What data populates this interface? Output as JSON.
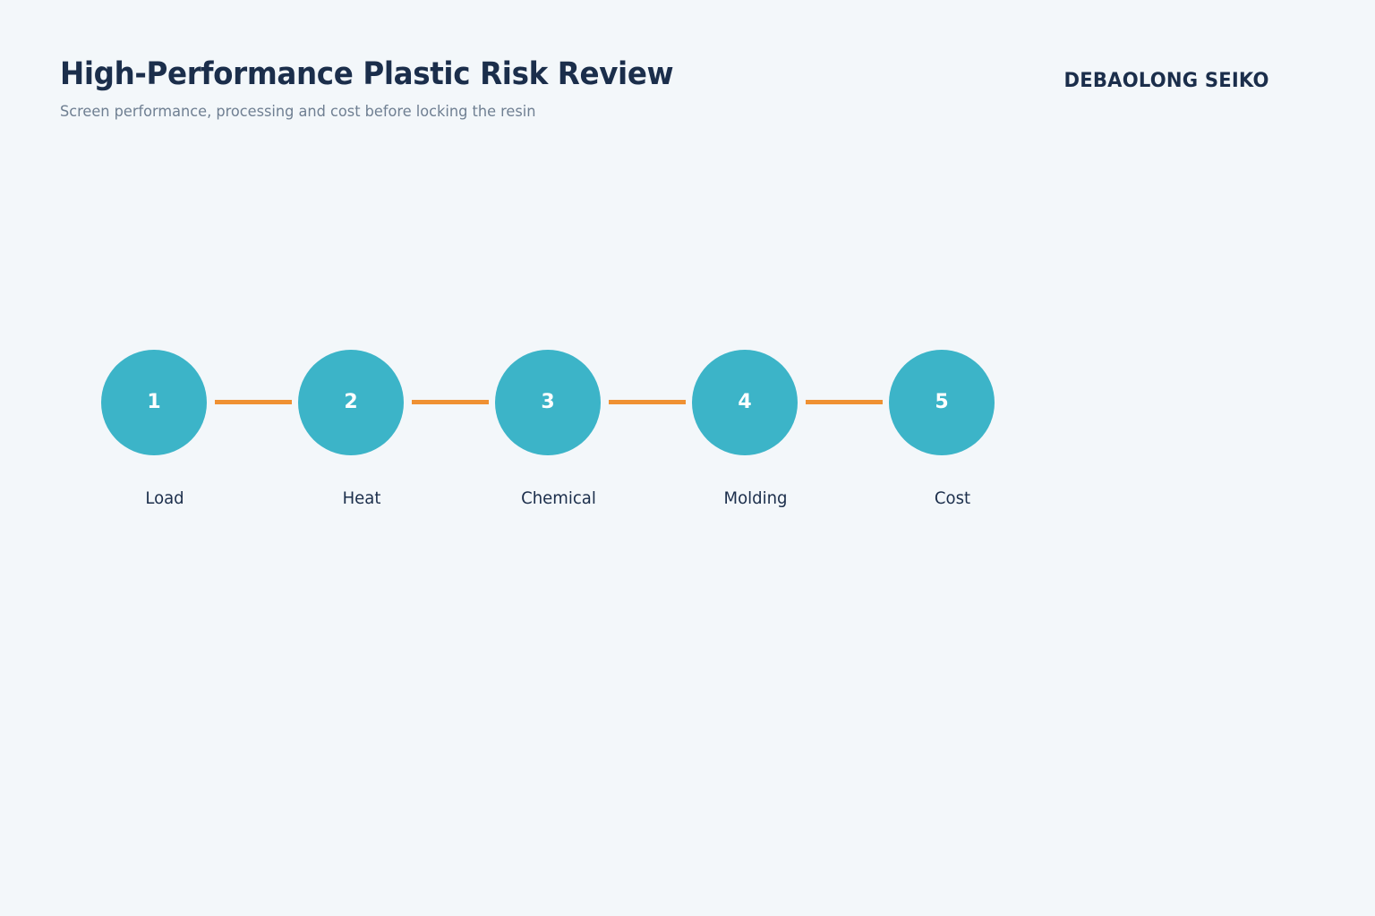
{
  "header": {
    "title": "High-Performance Plastic Risk Review",
    "subtitle": "Screen performance, processing and cost before locking the resin",
    "brand": "DEBAOLONG SEIKO"
  },
  "colors": {
    "background": "#f3f7fa",
    "title_text": "#1b2e4b",
    "subtitle_text": "#6f7f92",
    "circle_fill": "#3cb4c8",
    "circle_number": "#ffffff",
    "connector": "#ef9133",
    "label_text": "#1b2e4b"
  },
  "stepper": {
    "steps": [
      {
        "number": "1",
        "label": "Load"
      },
      {
        "number": "2",
        "label": "Heat"
      },
      {
        "number": "3",
        "label": "Chemical"
      },
      {
        "number": "4",
        "label": "Molding"
      },
      {
        "number": "5",
        "label": "Cost"
      }
    ]
  }
}
